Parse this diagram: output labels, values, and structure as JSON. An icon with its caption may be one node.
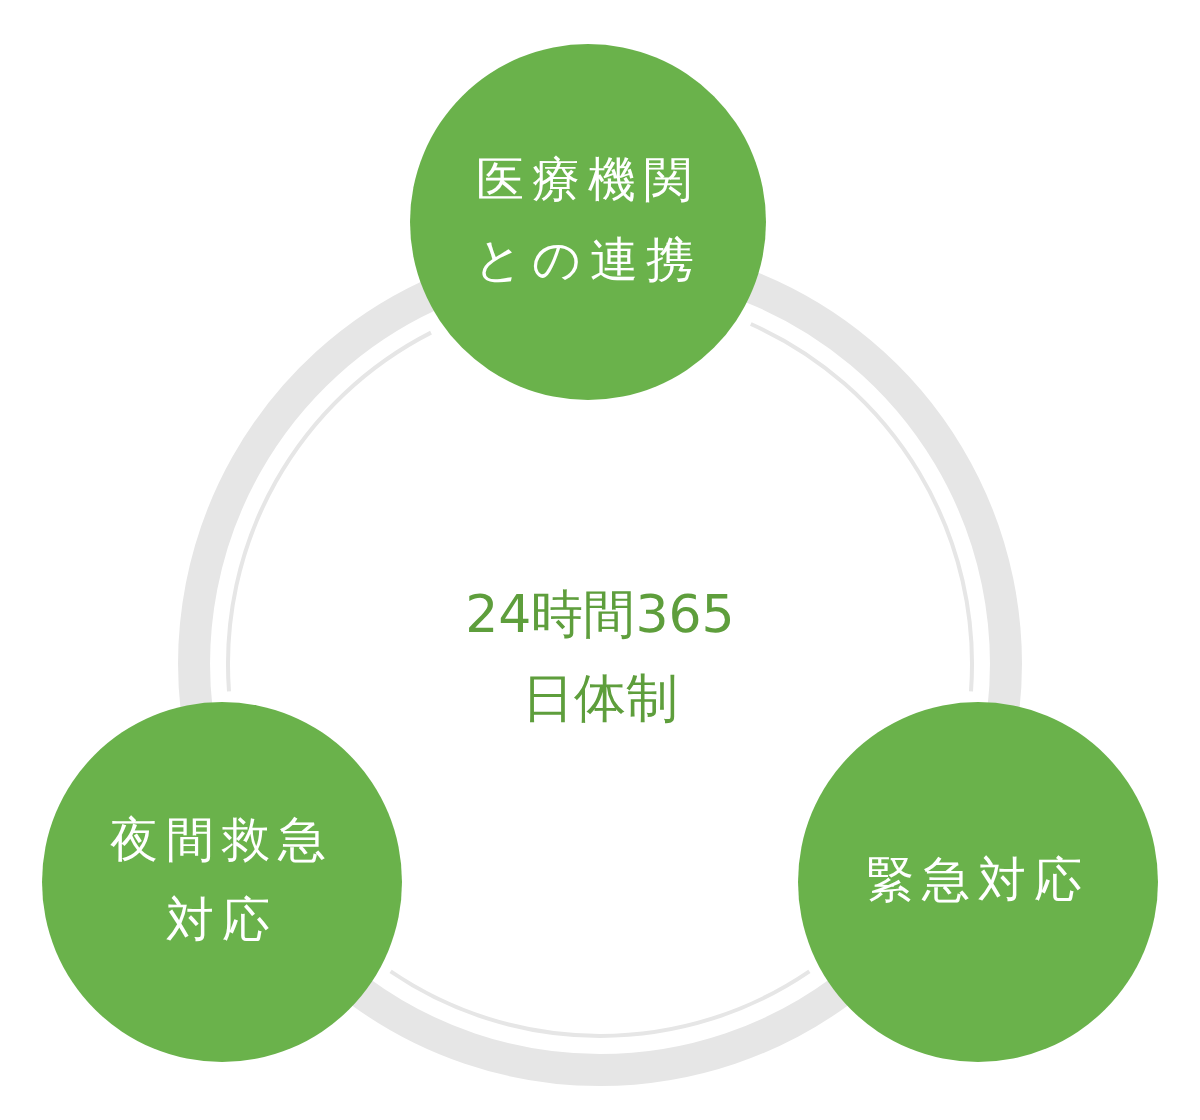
{
  "diagram": {
    "nodes": [
      {
        "text": [
          "医療機関との連携"
        ]
      },
      {
        "text": [
          "24時間365日体制"
        ]
      },
      {
        "text": [
          "夜間救急対応"
        ]
      },
      {
        "text": [
          "緊急対応"
        ]
      }
    ],
    "edges": [
      {
        "from": 0,
        "to": 3,
        "arrow": "none"
      },
      {
        "from": 3,
        "to": 2,
        "arrow": "none"
      },
      {
        "from": 2,
        "to": 0,
        "arrow": "none"
      }
    ]
  }
}
